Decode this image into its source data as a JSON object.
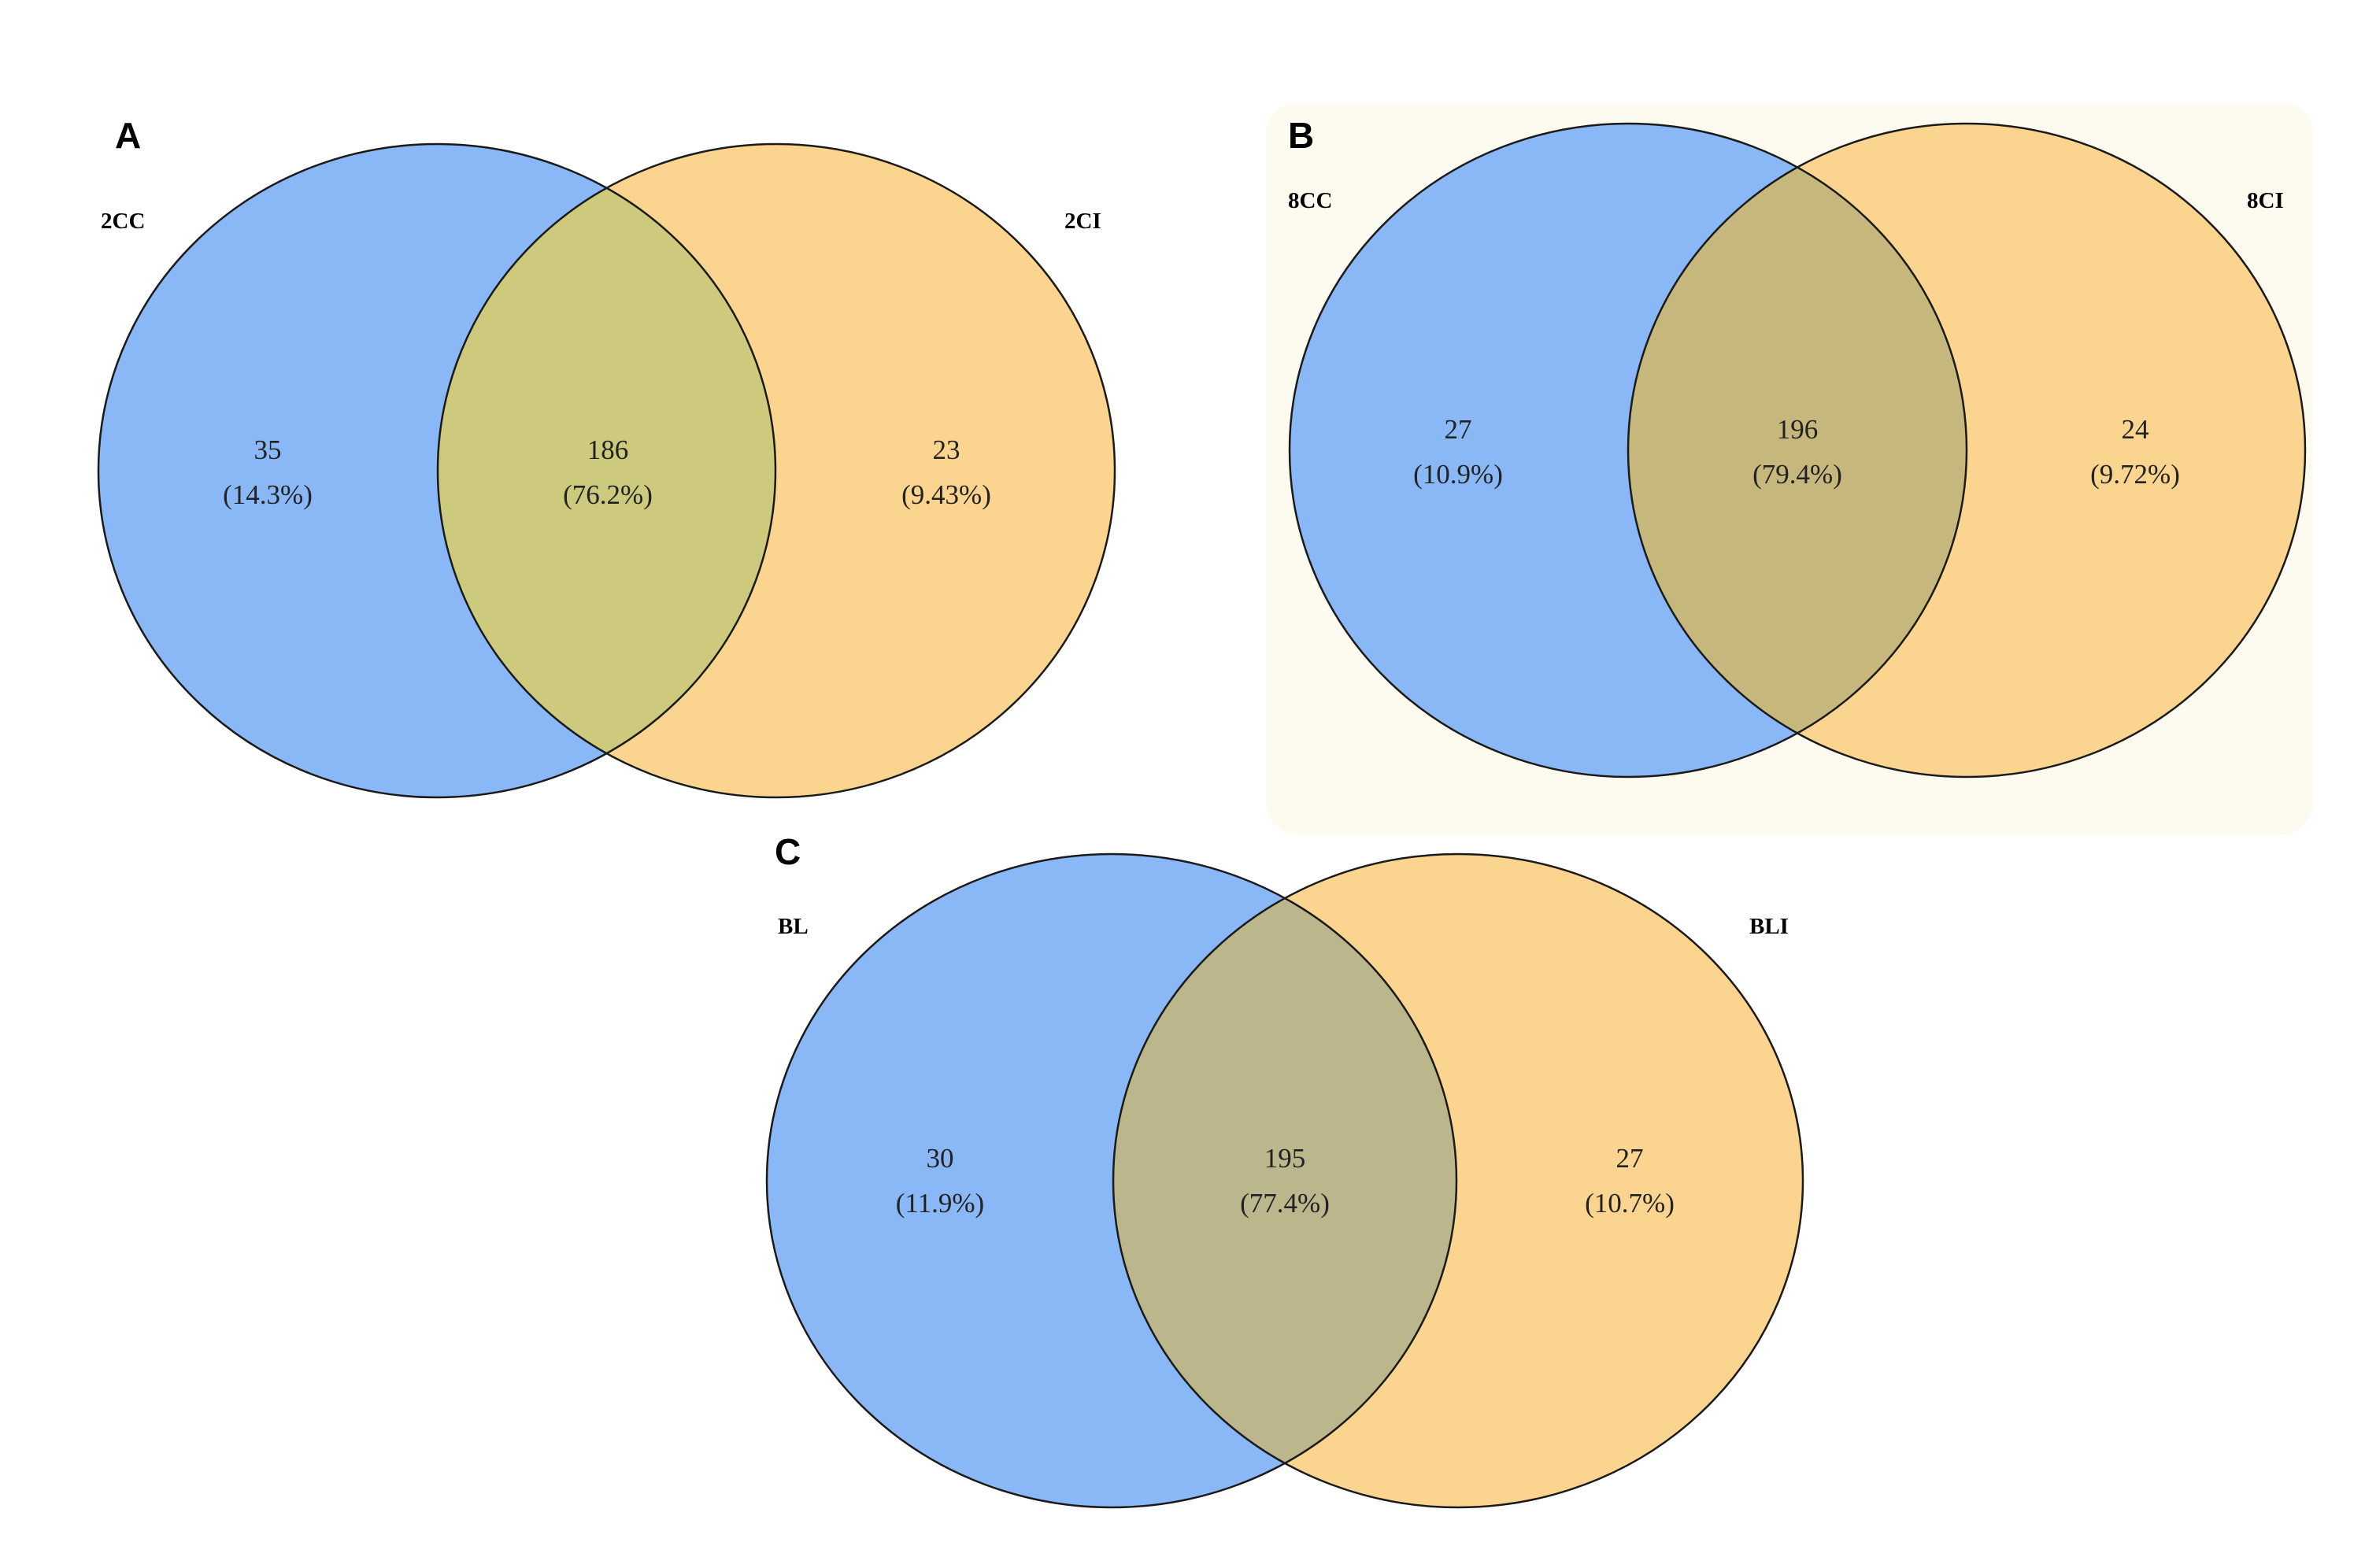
{
  "colors": {
    "set_left": "#8ab8f6",
    "set_right": "#fbd58f",
    "panel_b_background": "#fdfbf0",
    "outline": "#1a1a1a"
  },
  "panels": [
    {
      "letter": "A",
      "set_left_label": "2CC",
      "set_right_label": "2CI",
      "left_only": {
        "count": "35",
        "percent": "(14.3%)"
      },
      "intersection": {
        "count": "186",
        "percent": "(76.2%)"
      },
      "right_only": {
        "count": "23",
        "percent": "(9.43%)"
      },
      "intersection_color": "#cdca7e"
    },
    {
      "letter": "B",
      "set_left_label": "8CC",
      "set_right_label": "8CI",
      "left_only": {
        "count": "27",
        "percent": "(10.9%)"
      },
      "intersection": {
        "count": "196",
        "percent": "(79.4%)"
      },
      "right_only": {
        "count": "24",
        "percent": "(9.72%)"
      },
      "intersection_color": "#c6b87c"
    },
    {
      "letter": "C",
      "set_left_label": "BL",
      "set_right_label": "BLI",
      "left_only": {
        "count": "30",
        "percent": "(11.9%)"
      },
      "intersection": {
        "count": "195",
        "percent": "(77.4%)"
      },
      "right_only": {
        "count": "27",
        "percent": "(10.7%)"
      },
      "intersection_color": "#bcb68c"
    }
  ]
}
